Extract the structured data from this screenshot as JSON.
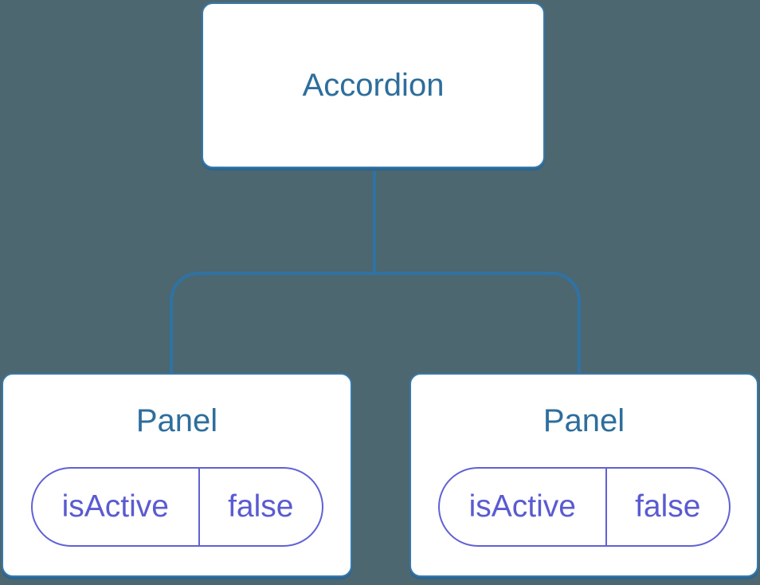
{
  "tree": {
    "root": {
      "label": "Accordion"
    },
    "children": [
      {
        "label": "Panel",
        "state": {
          "name": "isActive",
          "value": "false"
        }
      },
      {
        "label": "Panel",
        "state": {
          "name": "isActive",
          "value": "false"
        }
      }
    ]
  },
  "colors": {
    "background": "#4D6770",
    "node_fill": "#FFFFFF",
    "node_border": "#3779A9",
    "node_shadow": "#2C6492",
    "node_text": "#2D6E9D",
    "connector": "#2E73A4",
    "state_accent": "#6161D6",
    "state_text": "#5A5AD2"
  }
}
